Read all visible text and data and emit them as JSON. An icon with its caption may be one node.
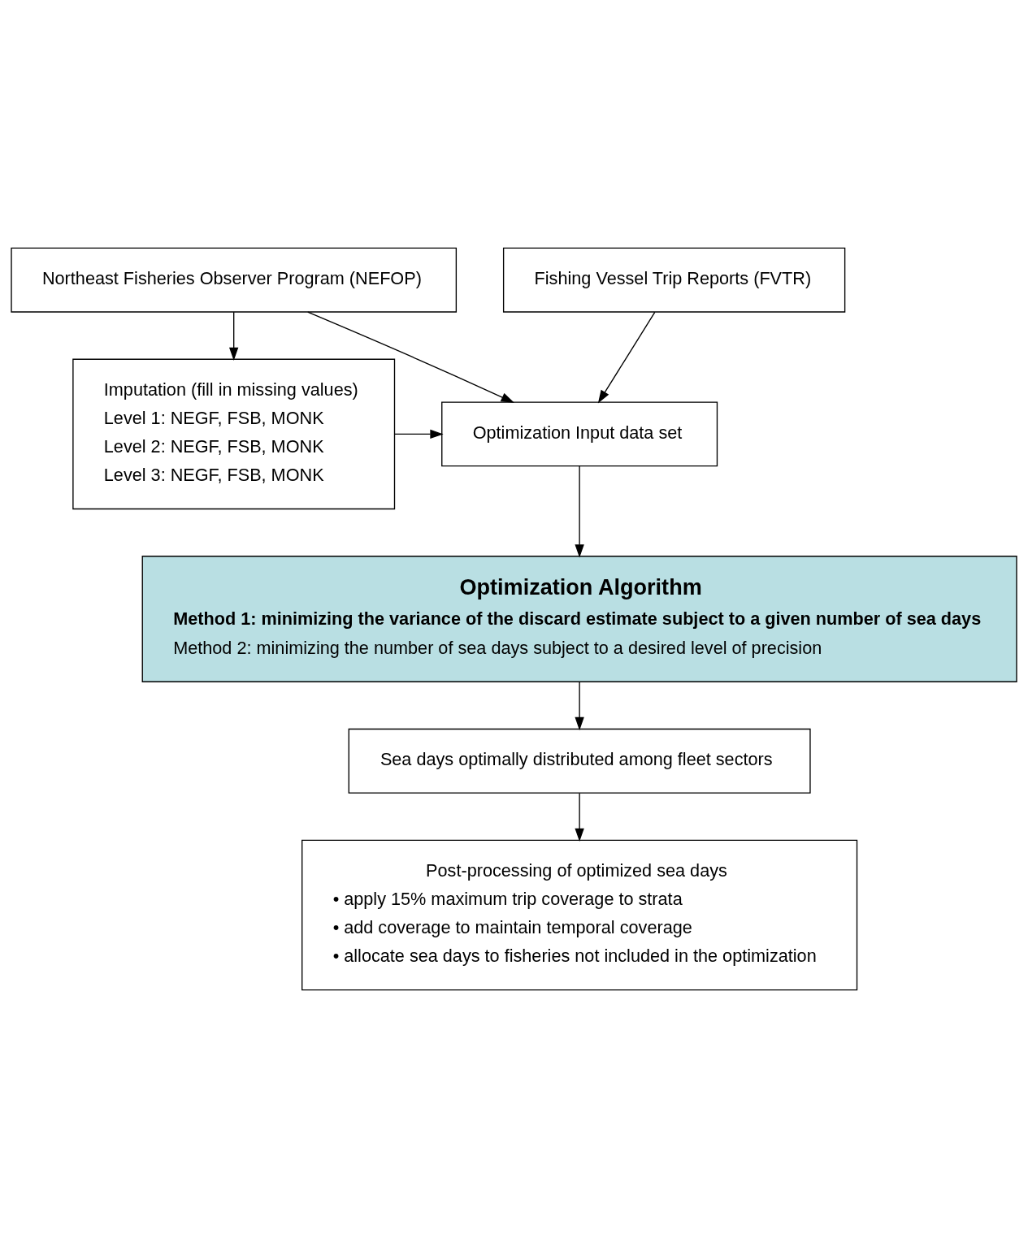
{
  "diagram": {
    "nodes": [
      {
        "text": [
          "Fishing Vessel Trip Reports (FVTR)"
        ]
      },
      {
        "text": [
          "Northeast Fisheries Observer Program (NEFOP)"
        ]
      },
      {
        "text": [
          "Optimization Input data set"
        ]
      },
      {
        "text": [
          "Imputation (fill in missing values)",
          "Level 1: NEGF, FSB, MONK",
          "Level 2: NEGF, FSB, MONK",
          "Level 3: NEGF, FSB, MONK"
        ]
      },
      {
        "text": [
          "Optimization Algorithm",
          "Method 1: minimizing the variance of the discard estimate subject to a given number of sea days",
          "Method 2: minimizing the number of sea days subject to a desired level of precision"
        ]
      },
      {
        "text": [
          "Sea days optimally distributed among fleet sectors"
        ]
      },
      {
        "text": [
          "Post-processing of optimized sea days",
          "• apply 15% maximum trip coverage to strata",
          "• add coverage to maintain temporal coverage",
          "• allocate sea days to fisheries not included in the optimization"
        ]
      }
    ],
    "edges": [
      {
        "from": 0,
        "to": 2,
        "arrow": "to"
      },
      {
        "from": 1,
        "to": 2,
        "arrow": "to"
      },
      {
        "from": 1,
        "to": 3,
        "arrow": "to"
      },
      {
        "from": 3,
        "to": 2,
        "arrow": "to"
      },
      {
        "from": 2,
        "to": 4,
        "arrow": "to"
      },
      {
        "from": 4,
        "to": 5,
        "arrow": "to"
      },
      {
        "from": 5,
        "to": 6,
        "arrow": "to"
      }
    ]
  }
}
